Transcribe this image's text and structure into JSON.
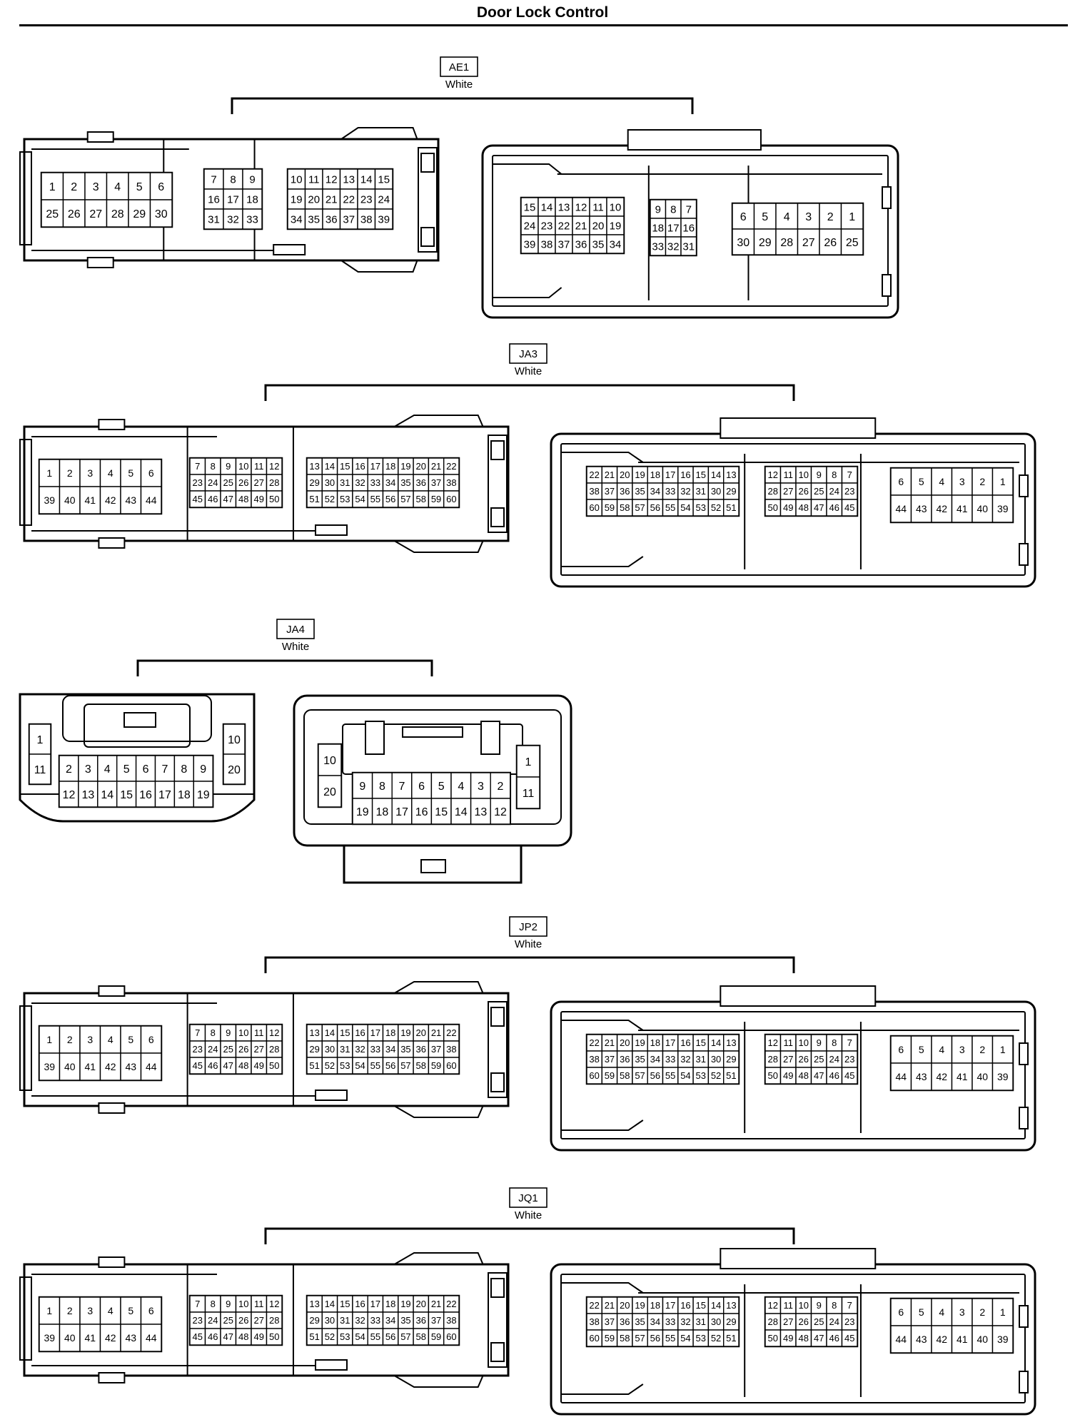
{
  "page": {
    "title": "Door Lock Control"
  },
  "connectors": [
    {
      "id": "AE1",
      "color": "White",
      "type": "large",
      "left": {
        "groups": [
          {
            "rows": [
              [
                "1",
                "2",
                "3",
                "4",
                "5",
                "6"
              ],
              [
                "25",
                "26",
                "27",
                "28",
                "29",
                "30"
              ]
            ]
          },
          {
            "rows": [
              [
                "7",
                "8",
                "9"
              ],
              [
                "16",
                "17",
                "18"
              ],
              [
                "31",
                "32",
                "33"
              ]
            ]
          },
          {
            "rows": [
              [
                "10",
                "11",
                "12",
                "13",
                "14",
                "15"
              ],
              [
                "19",
                "20",
                "21",
                "22",
                "23",
                "24"
              ],
              [
                "34",
                "35",
                "36",
                "37",
                "38",
                "39"
              ]
            ]
          }
        ]
      },
      "right": {
        "groups": [
          {
            "rows": [
              [
                "15",
                "14",
                "13",
                "12",
                "11",
                "10"
              ],
              [
                "24",
                "23",
                "22",
                "21",
                "20",
                "19"
              ],
              [
                "39",
                "38",
                "37",
                "36",
                "35",
                "34"
              ]
            ]
          },
          {
            "rows": [
              [
                "9",
                "8",
                "7"
              ],
              [
                "18",
                "17",
                "16"
              ],
              [
                "33",
                "32",
                "31"
              ]
            ]
          },
          {
            "rows": [
              [
                "6",
                "5",
                "4",
                "3",
                "2",
                "1"
              ],
              [
                "30",
                "29",
                "28",
                "27",
                "26",
                "25"
              ]
            ]
          }
        ]
      }
    },
    {
      "id": "JA3",
      "color": "White",
      "type": "large",
      "left": {
        "groups": [
          {
            "rows": [
              [
                "1",
                "2",
                "3",
                "4",
                "5",
                "6"
              ],
              [
                "39",
                "40",
                "41",
                "42",
                "43",
                "44"
              ]
            ]
          },
          {
            "rows": [
              [
                "7",
                "8",
                "9",
                "10",
                "11",
                "12"
              ],
              [
                "23",
                "24",
                "25",
                "26",
                "27",
                "28"
              ],
              [
                "45",
                "46",
                "47",
                "48",
                "49",
                "50"
              ]
            ]
          },
          {
            "rows": [
              [
                "13",
                "14",
                "15",
                "16",
                "17",
                "18",
                "19",
                "20",
                "21",
                "22"
              ],
              [
                "29",
                "30",
                "31",
                "32",
                "33",
                "34",
                "35",
                "36",
                "37",
                "38"
              ],
              [
                "51",
                "52",
                "53",
                "54",
                "55",
                "56",
                "57",
                "58",
                "59",
                "60"
              ]
            ]
          }
        ]
      },
      "right": {
        "groups": [
          {
            "rows": [
              [
                "22",
                "21",
                "20",
                "19",
                "18",
                "17",
                "16",
                "15",
                "14",
                "13"
              ],
              [
                "38",
                "37",
                "36",
                "35",
                "34",
                "33",
                "32",
                "31",
                "30",
                "29"
              ],
              [
                "60",
                "59",
                "58",
                "57",
                "56",
                "55",
                "54",
                "53",
                "52",
                "51"
              ]
            ]
          },
          {
            "rows": [
              [
                "12",
                "11",
                "10",
                "9",
                "8",
                "7"
              ],
              [
                "28",
                "27",
                "26",
                "25",
                "24",
                "23"
              ],
              [
                "50",
                "49",
                "48",
                "47",
                "46",
                "45"
              ]
            ]
          },
          {
            "rows": [
              [
                "6",
                "5",
                "4",
                "3",
                "2",
                "1"
              ],
              [
                "44",
                "43",
                "42",
                "41",
                "40",
                "39"
              ]
            ]
          }
        ]
      }
    },
    {
      "id": "JA4",
      "color": "White",
      "type": "small",
      "left": {
        "groups": [
          {
            "rows": [
              [
                "1"
              ],
              [
                "11"
              ]
            ]
          },
          {
            "rows": [
              [
                "2",
                "3",
                "4",
                "5",
                "6",
                "7",
                "8",
                "9"
              ],
              [
                "12",
                "13",
                "14",
                "15",
                "16",
                "17",
                "18",
                "19"
              ]
            ]
          },
          {
            "rows": [
              [
                "10"
              ],
              [
                "20"
              ]
            ]
          }
        ]
      },
      "right": {
        "groups": [
          {
            "rows": [
              [
                "10"
              ],
              [
                "20"
              ]
            ]
          },
          {
            "rows": [
              [
                "9",
                "8",
                "7",
                "6",
                "5",
                "4",
                "3",
                "2"
              ],
              [
                "19",
                "18",
                "17",
                "16",
                "15",
                "14",
                "13",
                "12"
              ]
            ]
          },
          {
            "rows": [
              [
                "1"
              ],
              [
                "11"
              ]
            ]
          }
        ]
      }
    },
    {
      "id": "JP2",
      "color": "White",
      "type": "large",
      "left": {
        "groups": [
          {
            "rows": [
              [
                "1",
                "2",
                "3",
                "4",
                "5",
                "6"
              ],
              [
                "39",
                "40",
                "41",
                "42",
                "43",
                "44"
              ]
            ]
          },
          {
            "rows": [
              [
                "7",
                "8",
                "9",
                "10",
                "11",
                "12"
              ],
              [
                "23",
                "24",
                "25",
                "26",
                "27",
                "28"
              ],
              [
                "45",
                "46",
                "47",
                "48",
                "49",
                "50"
              ]
            ]
          },
          {
            "rows": [
              [
                "13",
                "14",
                "15",
                "16",
                "17",
                "18",
                "19",
                "20",
                "21",
                "22"
              ],
              [
                "29",
                "30",
                "31",
                "32",
                "33",
                "34",
                "35",
                "36",
                "37",
                "38"
              ],
              [
                "51",
                "52",
                "53",
                "54",
                "55",
                "56",
                "57",
                "58",
                "59",
                "60"
              ]
            ]
          }
        ]
      },
      "right": {
        "groups": [
          {
            "rows": [
              [
                "22",
                "21",
                "20",
                "19",
                "18",
                "17",
                "16",
                "15",
                "14",
                "13"
              ],
              [
                "38",
                "37",
                "36",
                "35",
                "34",
                "33",
                "32",
                "31",
                "30",
                "29"
              ],
              [
                "60",
                "59",
                "58",
                "57",
                "56",
                "55",
                "54",
                "53",
                "52",
                "51"
              ]
            ]
          },
          {
            "rows": [
              [
                "12",
                "11",
                "10",
                "9",
                "8",
                "7"
              ],
              [
                "28",
                "27",
                "26",
                "25",
                "24",
                "23"
              ],
              [
                "50",
                "49",
                "48",
                "47",
                "46",
                "45"
              ]
            ]
          },
          {
            "rows": [
              [
                "6",
                "5",
                "4",
                "3",
                "2",
                "1"
              ],
              [
                "44",
                "43",
                "42",
                "41",
                "40",
                "39"
              ]
            ]
          }
        ]
      }
    },
    {
      "id": "JQ1",
      "color": "White",
      "type": "large",
      "left": {
        "groups": [
          {
            "rows": [
              [
                "1",
                "2",
                "3",
                "4",
                "5",
                "6"
              ],
              [
                "39",
                "40",
                "41",
                "42",
                "43",
                "44"
              ]
            ]
          },
          {
            "rows": [
              [
                "7",
                "8",
                "9",
                "10",
                "11",
                "12"
              ],
              [
                "23",
                "24",
                "25",
                "26",
                "27",
                "28"
              ],
              [
                "45",
                "46",
                "47",
                "48",
                "49",
                "50"
              ]
            ]
          },
          {
            "rows": [
              [
                "13",
                "14",
                "15",
                "16",
                "17",
                "18",
                "19",
                "20",
                "21",
                "22"
              ],
              [
                "29",
                "30",
                "31",
                "32",
                "33",
                "34",
                "35",
                "36",
                "37",
                "38"
              ],
              [
                "51",
                "52",
                "53",
                "54",
                "55",
                "56",
                "57",
                "58",
                "59",
                "60"
              ]
            ]
          }
        ]
      },
      "right": {
        "groups": [
          {
            "rows": [
              [
                "22",
                "21",
                "20",
                "19",
                "18",
                "17",
                "16",
                "15",
                "14",
                "13"
              ],
              [
                "38",
                "37",
                "36",
                "35",
                "34",
                "33",
                "32",
                "31",
                "30",
                "29"
              ],
              [
                "60",
                "59",
                "58",
                "57",
                "56",
                "55",
                "54",
                "53",
                "52",
                "51"
              ]
            ]
          },
          {
            "rows": [
              [
                "12",
                "11",
                "10",
                "9",
                "8",
                "7"
              ],
              [
                "28",
                "27",
                "26",
                "25",
                "24",
                "23"
              ],
              [
                "50",
                "49",
                "48",
                "47",
                "46",
                "45"
              ]
            ]
          },
          {
            "rows": [
              [
                "6",
                "5",
                "4",
                "3",
                "2",
                "1"
              ],
              [
                "44",
                "43",
                "42",
                "41",
                "40",
                "39"
              ]
            ]
          }
        ]
      }
    }
  ]
}
